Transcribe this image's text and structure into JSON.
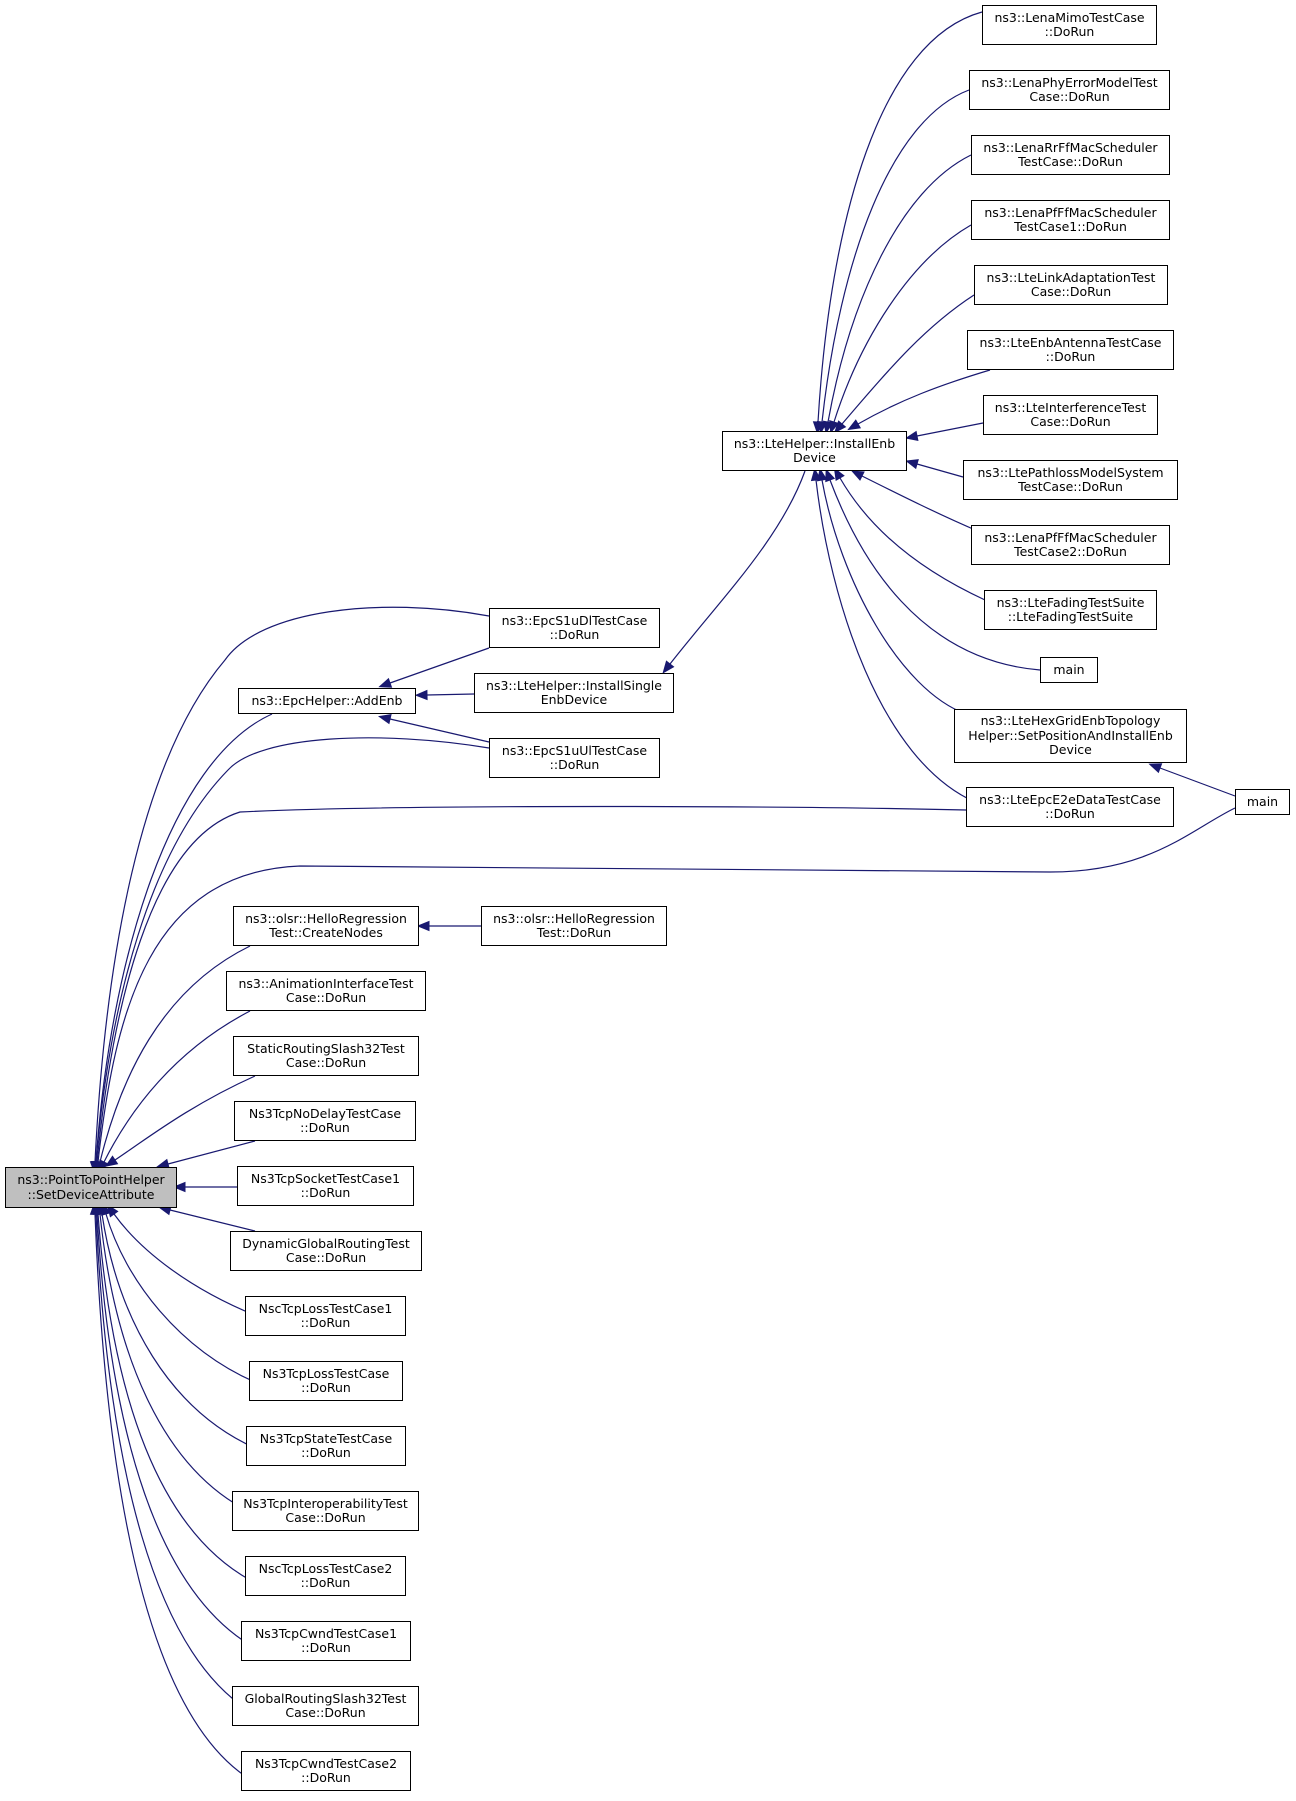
{
  "diagram": {
    "edge_color": "#191970",
    "root_fill": "#bfbfbf",
    "nodes": [
      {
        "id": "root",
        "lines": [
          "ns3::PointToPointHelper",
          "::SetDeviceAttribute"
        ]
      },
      {
        "id": "epc_addenb",
        "lines": [
          "ns3::EpcHelper::AddEnb"
        ]
      },
      {
        "id": "epc_dl",
        "lines": [
          "ns3::EpcS1uDlTestCase",
          "::DoRun"
        ]
      },
      {
        "id": "lte_single",
        "lines": [
          "ns3::LteHelper::InstallSingle",
          "EnbDevice"
        ]
      },
      {
        "id": "epc_ul",
        "lines": [
          "ns3::EpcS1uUlTestCase",
          "::DoRun"
        ]
      },
      {
        "id": "lte_install",
        "lines": [
          "ns3::LteHelper::InstallEnb",
          "Device"
        ]
      },
      {
        "id": "mimo",
        "lines": [
          "ns3::LenaMimoTestCase",
          "::DoRun"
        ]
      },
      {
        "id": "phyerr",
        "lines": [
          "ns3::LenaPhyErrorModelTest",
          "Case::DoRun"
        ]
      },
      {
        "id": "rrff",
        "lines": [
          "ns3::LenaRrFfMacScheduler",
          "TestCase::DoRun"
        ]
      },
      {
        "id": "pfff1",
        "lines": [
          "ns3::LenaPfFfMacScheduler",
          "TestCase1::DoRun"
        ]
      },
      {
        "id": "linkadapt",
        "lines": [
          "ns3::LteLinkAdaptationTest",
          "Case::DoRun"
        ]
      },
      {
        "id": "enbant",
        "lines": [
          "ns3::LteEnbAntennaTestCase",
          "::DoRun"
        ]
      },
      {
        "id": "interf",
        "lines": [
          "ns3::LteInterferenceTest",
          "Case::DoRun"
        ]
      },
      {
        "id": "pathloss",
        "lines": [
          "ns3::LtePathlossModelSystem",
          "TestCase::DoRun"
        ]
      },
      {
        "id": "pfff2",
        "lines": [
          "ns3::LenaPfFfMacScheduler",
          "TestCase2::DoRun"
        ]
      },
      {
        "id": "fading",
        "lines": [
          "ns3::LteFadingTestSuite",
          "::LteFadingTestSuite"
        ]
      },
      {
        "id": "main1",
        "lines": [
          "main"
        ]
      },
      {
        "id": "hexgrid",
        "lines": [
          "ns3::LteHexGridEnbTopology",
          "Helper::SetPositionAndInstallEnb",
          "Device"
        ]
      },
      {
        "id": "e2e",
        "lines": [
          "ns3::LteEpcE2eDataTestCase",
          "::DoRun"
        ]
      },
      {
        "id": "main2",
        "lines": [
          "main"
        ]
      },
      {
        "id": "olsr_create",
        "lines": [
          "ns3::olsr::HelloRegression",
          "Test::CreateNodes"
        ]
      },
      {
        "id": "olsr_run",
        "lines": [
          "ns3::olsr::HelloRegression",
          "Test::DoRun"
        ]
      },
      {
        "id": "anim",
        "lines": [
          "ns3::AnimationInterfaceTest",
          "Case::DoRun"
        ]
      },
      {
        "id": "static32",
        "lines": [
          "StaticRoutingSlash32Test",
          "Case::DoRun"
        ]
      },
      {
        "id": "nodelay",
        "lines": [
          "Ns3TcpNoDelayTestCase",
          "::DoRun"
        ]
      },
      {
        "id": "socket1",
        "lines": [
          "Ns3TcpSocketTestCase1",
          "::DoRun"
        ]
      },
      {
        "id": "dynglobal",
        "lines": [
          "DynamicGlobalRoutingTest",
          "Case::DoRun"
        ]
      },
      {
        "id": "nscloss1",
        "lines": [
          "NscTcpLossTestCase1",
          "::DoRun"
        ]
      },
      {
        "id": "ns3loss",
        "lines": [
          "Ns3TcpLossTestCase",
          "::DoRun"
        ]
      },
      {
        "id": "state",
        "lines": [
          "Ns3TcpStateTestCase",
          "::DoRun"
        ]
      },
      {
        "id": "interop",
        "lines": [
          "Ns3TcpInteroperabilityTest",
          "Case::DoRun"
        ]
      },
      {
        "id": "nscloss2",
        "lines": [
          "NscTcpLossTestCase2",
          "::DoRun"
        ]
      },
      {
        "id": "cwnd1",
        "lines": [
          "Ns3TcpCwndTestCase1",
          "::DoRun"
        ]
      },
      {
        "id": "global32",
        "lines": [
          "GlobalRoutingSlash32Test",
          "Case::DoRun"
        ]
      },
      {
        "id": "cwnd2",
        "lines": [
          "Ns3TcpCwndTestCase2",
          "::DoRun"
        ]
      }
    ],
    "edges": [
      [
        "epc_addenb",
        "root"
      ],
      [
        "epc_dl",
        "root"
      ],
      [
        "epc_ul",
        "root"
      ],
      [
        "e2e",
        "root"
      ],
      [
        "main2",
        "root"
      ],
      [
        "olsr_create",
        "root"
      ],
      [
        "anim",
        "root"
      ],
      [
        "static32",
        "root"
      ],
      [
        "nodelay",
        "root"
      ],
      [
        "socket1",
        "root"
      ],
      [
        "dynglobal",
        "root"
      ],
      [
        "nscloss1",
        "root"
      ],
      [
        "ns3loss",
        "root"
      ],
      [
        "state",
        "root"
      ],
      [
        "interop",
        "root"
      ],
      [
        "nscloss2",
        "root"
      ],
      [
        "cwnd1",
        "root"
      ],
      [
        "global32",
        "root"
      ],
      [
        "cwnd2",
        "root"
      ],
      [
        "epc_dl",
        "epc_addenb"
      ],
      [
        "lte_single",
        "epc_addenb"
      ],
      [
        "epc_ul",
        "epc_addenb"
      ],
      [
        "lte_install",
        "lte_single"
      ],
      [
        "mimo",
        "lte_install"
      ],
      [
        "phyerr",
        "lte_install"
      ],
      [
        "rrff",
        "lte_install"
      ],
      [
        "pfff1",
        "lte_install"
      ],
      [
        "linkadapt",
        "lte_install"
      ],
      [
        "enbant",
        "lte_install"
      ],
      [
        "interf",
        "lte_install"
      ],
      [
        "pathloss",
        "lte_install"
      ],
      [
        "pfff2",
        "lte_install"
      ],
      [
        "fading",
        "lte_install"
      ],
      [
        "main1",
        "lte_install"
      ],
      [
        "hexgrid",
        "lte_install"
      ],
      [
        "e2e",
        "lte_install"
      ],
      [
        "main2",
        "hexgrid"
      ],
      [
        "olsr_run",
        "olsr_create"
      ]
    ]
  }
}
